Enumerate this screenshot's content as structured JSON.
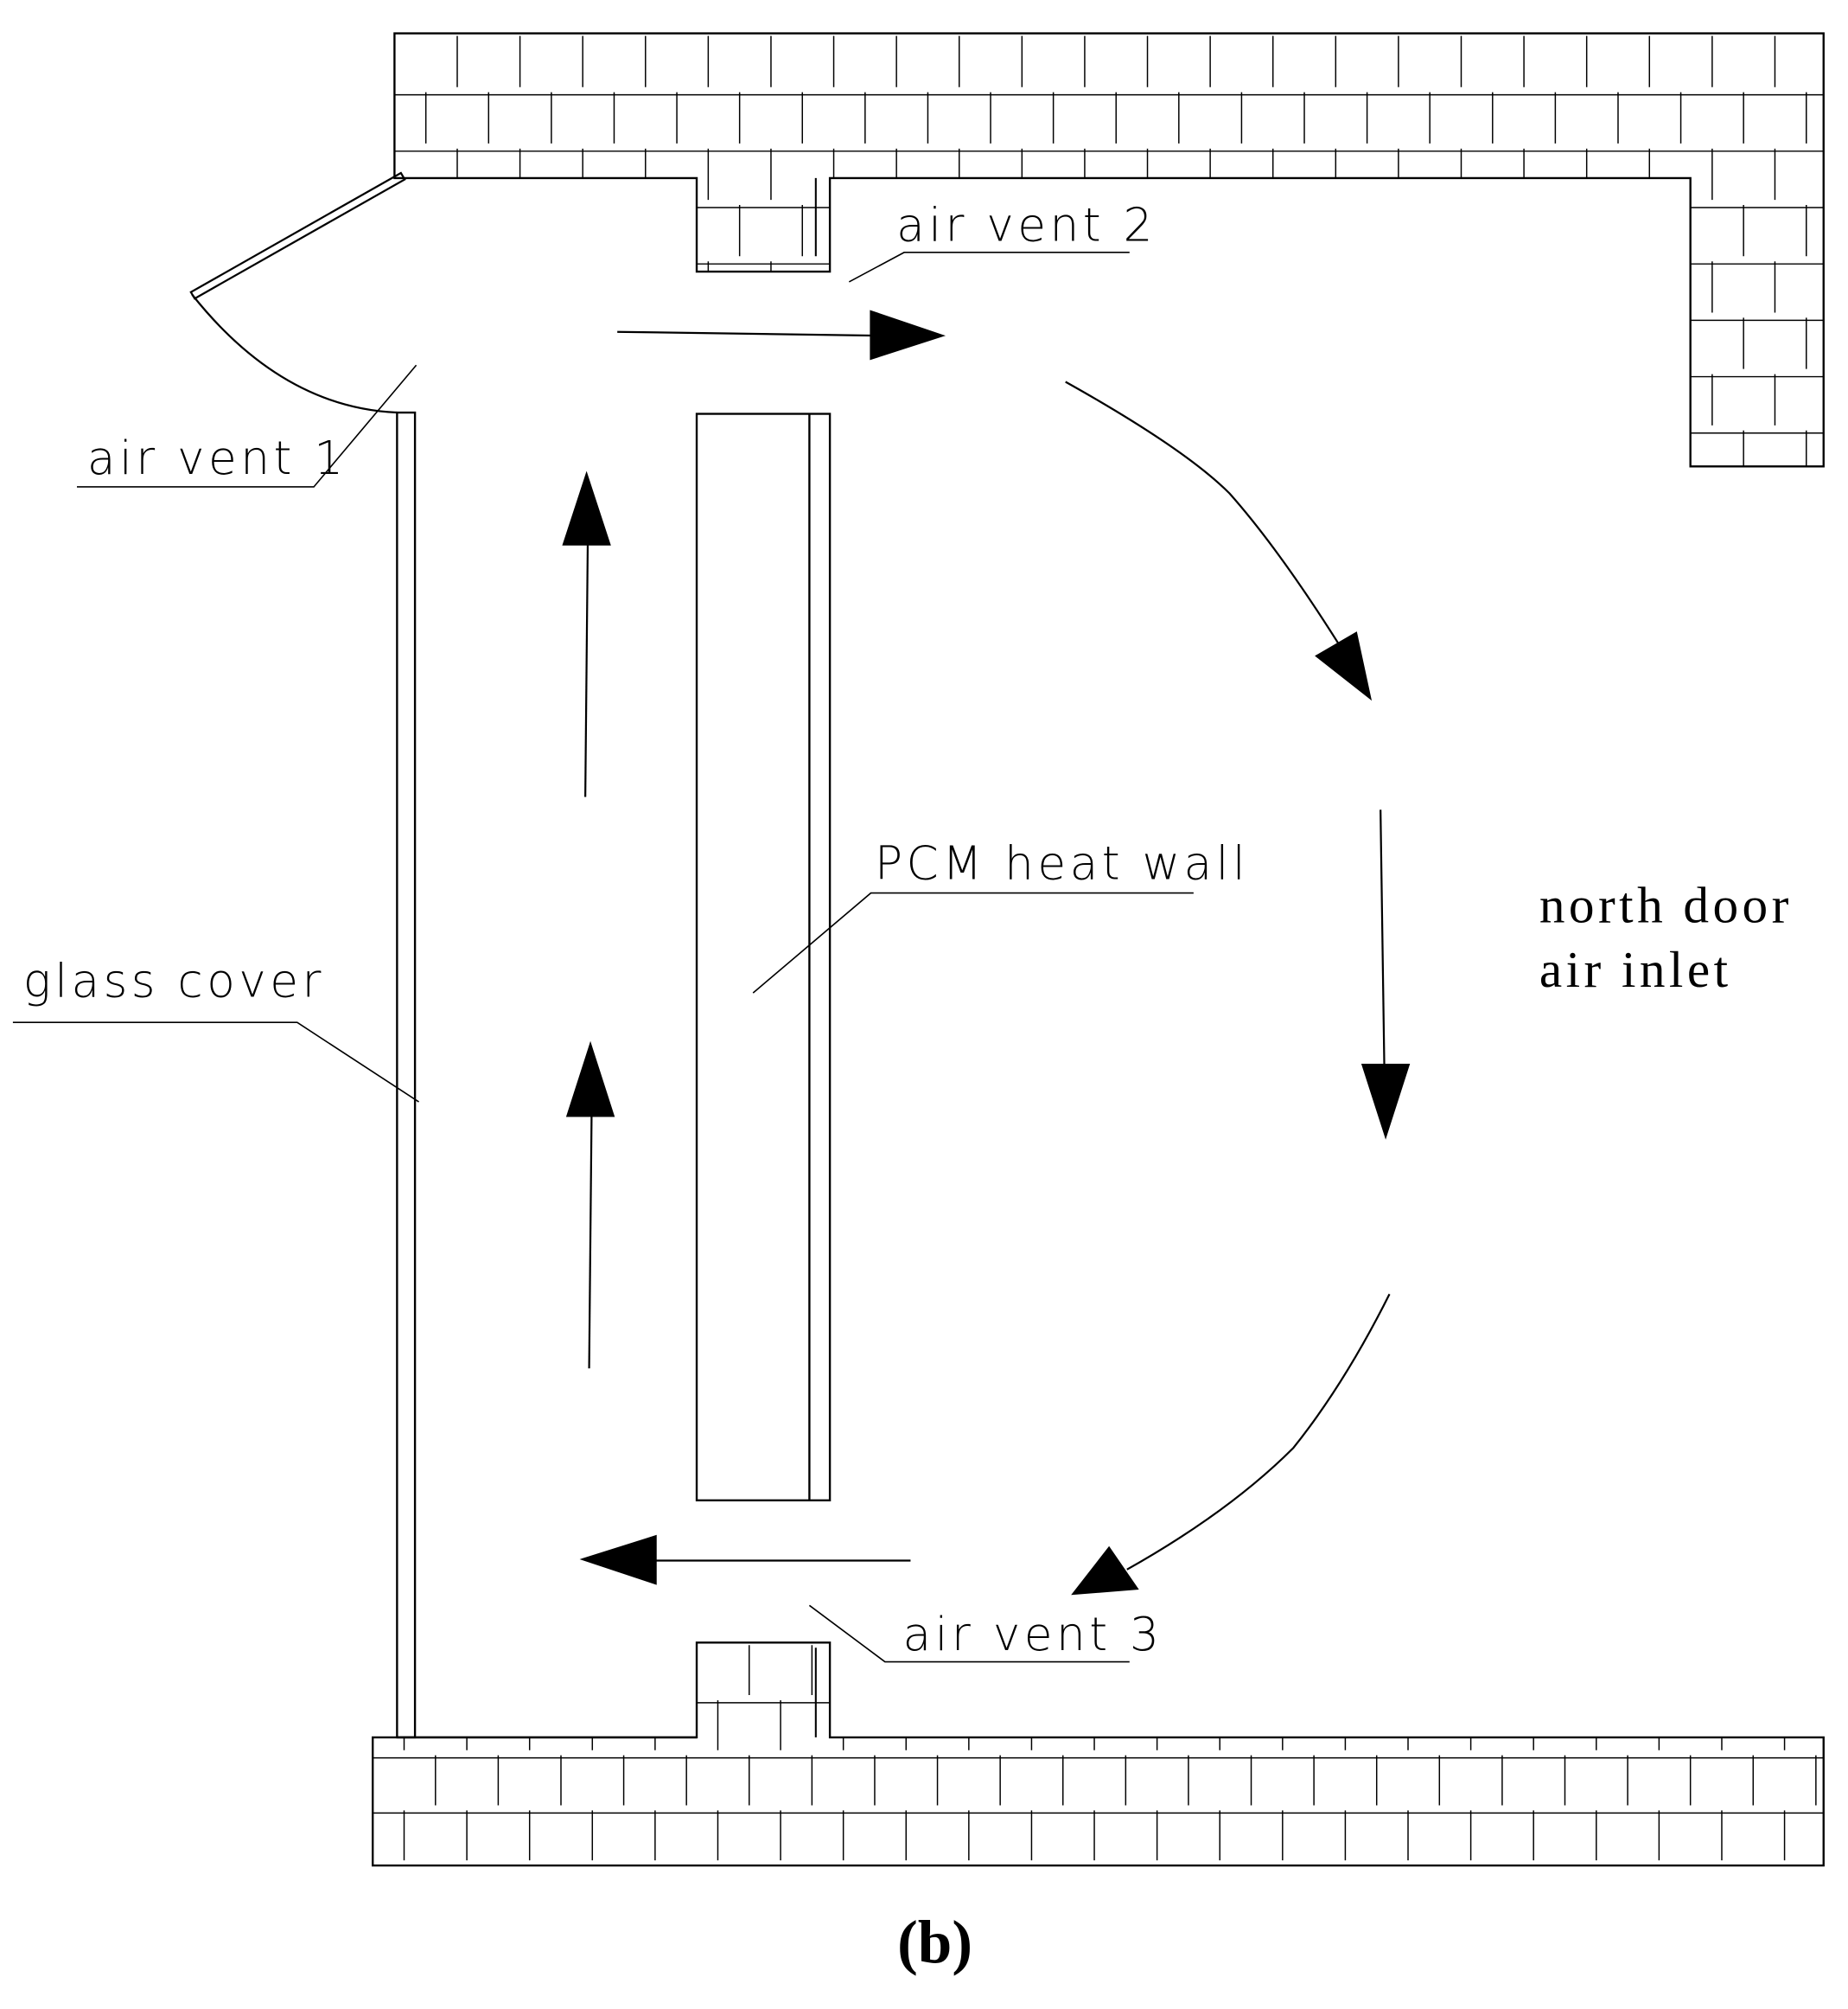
{
  "labels": {
    "air_vent_1": "air vent 1",
    "air_vent_2": "air vent 2",
    "air_vent_3": "air vent 3",
    "pcm_heat_wall": "PCM heat wall",
    "glass_cover": "glass cover",
    "north_door_line1": "north door",
    "north_door_line2": "air inlet"
  },
  "caption": "(b)",
  "colors": {
    "line": "#000000",
    "background": "#ffffff"
  }
}
